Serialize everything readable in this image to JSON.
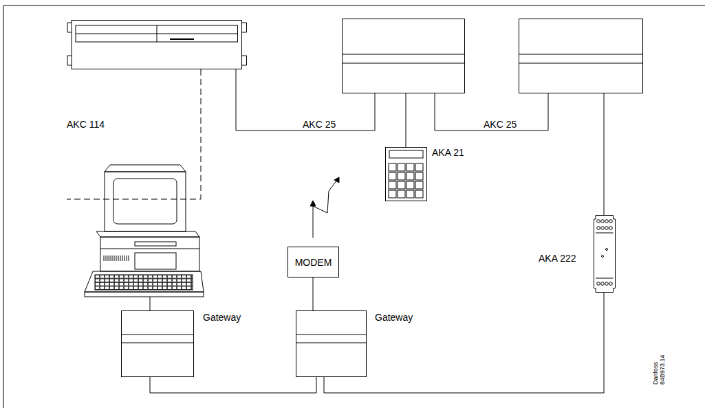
{
  "diagram": {
    "nodes": [
      {
        "text": [
          "AKC 114"
        ]
      },
      {
        "text": [
          "AKC 25"
        ]
      },
      {
        "text": [
          "AKC 25"
        ]
      },
      {
        "text": [
          "AKA 21"
        ]
      },
      {
        "text": [
          "MODEM"
        ]
      },
      {
        "text": [
          "Gateway"
        ]
      },
      {
        "text": [
          "Gateway"
        ]
      },
      {
        "text": [
          "AKA 222"
        ]
      }
    ],
    "edges": [
      {
        "from": 0,
        "to": 1,
        "arrow": "none"
      },
      {
        "from": 1,
        "to": 3,
        "arrow": "none"
      },
      {
        "from": 1,
        "to": 2,
        "arrow": "none"
      },
      {
        "from": 2,
        "to": 7,
        "arrow": "none"
      },
      {
        "from": 7,
        "to": 6,
        "arrow": "none"
      },
      {
        "from": 5,
        "to": 6,
        "arrow": "none"
      },
      {
        "from": 4,
        "to": 6,
        "arrow": "none"
      }
    ],
    "labels": [
      "Danfoss",
      "84B973.14"
    ]
  }
}
